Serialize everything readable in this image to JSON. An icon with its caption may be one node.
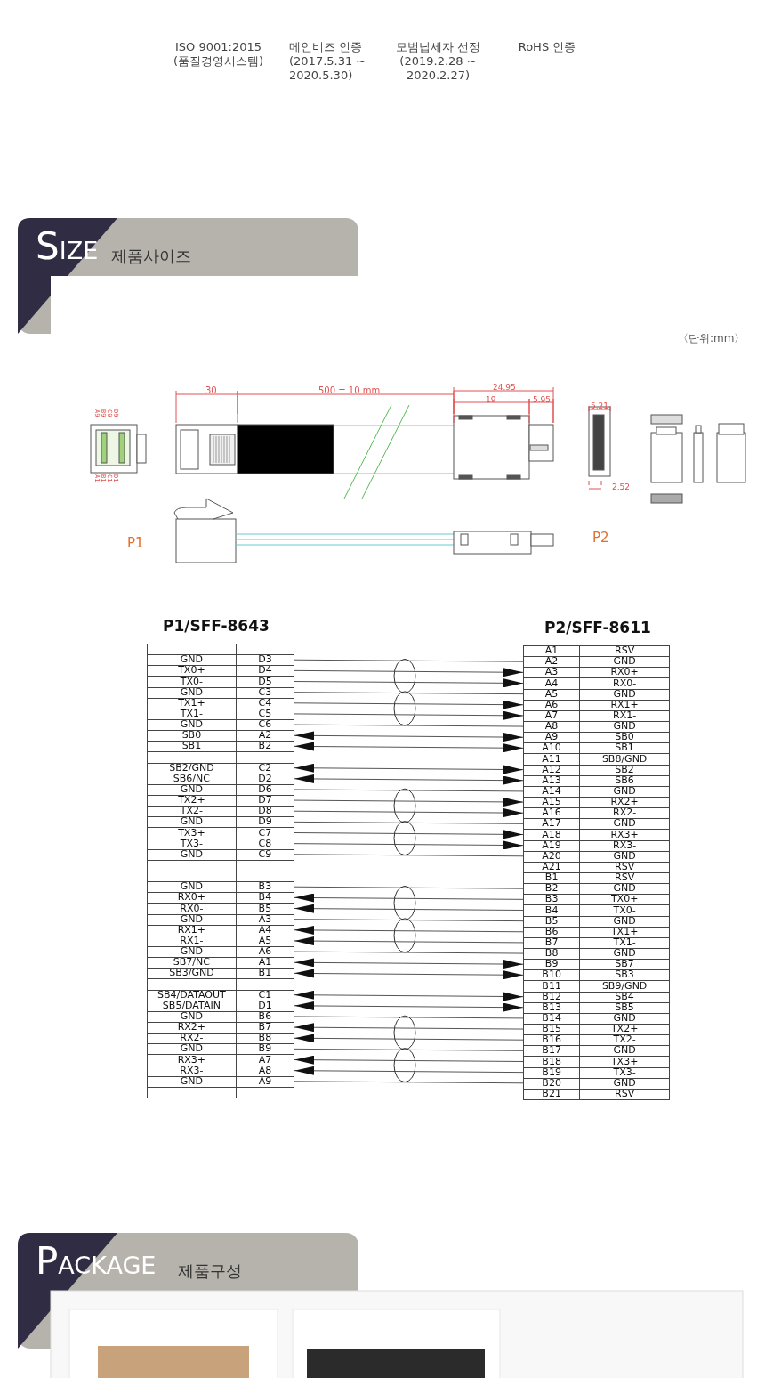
{
  "diagram": {
    "nodes": [
      {
        "text": [
          "P1/SFF-8643"
        ]
      },
      {
        "text": [],
        "shape": "box",
        "in": 0
      },
      {
        "text": [
          "GND",
          "D3"
        ],
        "in": 0
      },
      {
        "text": [
          "TX0+",
          "D4"
        ],
        "in": 0
      },
      {
        "text": [
          "TX0-",
          "D5"
        ],
        "in": 0
      },
      {
        "text": [
          "GND",
          "C3"
        ],
        "in": 0
      },
      {
        "text": [
          "TX1+",
          "C4"
        ],
        "in": 0
      },
      {
        "text": [
          "TX1-",
          "C5"
        ],
        "in": 0
      },
      {
        "text": [
          "GND",
          "C6"
        ],
        "in": 0
      },
      {
        "text": [
          "SB0",
          "A2"
        ],
        "in": 0
      },
      {
        "text": [
          "SB1",
          "B2"
        ],
        "in": 0
      },
      {
        "text": [],
        "shape": "box",
        "in": 0
      },
      {
        "text": [
          "SB2/GND",
          "C2"
        ],
        "in": 0
      },
      {
        "text": [
          "SB6/NC",
          "D2"
        ],
        "in": 0
      },
      {
        "text": [
          "GND",
          "D6"
        ],
        "in": 0
      },
      {
        "text": [
          "TX2+",
          "D7"
        ],
        "in": 0
      },
      {
        "text": [
          "TX2-",
          "D8"
        ],
        "in": 0
      },
      {
        "text": [
          "GND",
          "D9"
        ],
        "in": 0
      },
      {
        "text": [
          "TX3+",
          "C7"
        ],
        "in": 0
      },
      {
        "text": [
          "TX3-",
          "C8"
        ],
        "in": 0
      },
      {
        "text": [
          "GND",
          "C9"
        ],
        "in": 0
      },
      {
        "text": [],
        "shape": "box",
        "in": 0
      },
      {
        "text": [],
        "shape": "box",
        "in": 0
      },
      {
        "text": [
          "GND",
          "B3"
        ],
        "in": 0
      },
      {
        "text": [
          "RX0+",
          "B4"
        ],
        "in": 0
      },
      {
        "text": [
          "RX0-",
          "B5"
        ],
        "in": 0
      },
      {
        "text": [
          "GND",
          "A3"
        ],
        "in": 0
      },
      {
        "text": [
          "RX1+",
          "A4"
        ],
        "in": 0
      },
      {
        "text": [
          "RX1-",
          "A5"
        ],
        "in": 0
      },
      {
        "text": [
          "GND",
          "A6"
        ],
        "in": 0
      },
      {
        "text": [
          "SB7/NC",
          "A1"
        ],
        "in": 0
      },
      {
        "text": [
          "SB3/GND",
          "B1"
        ],
        "in": 0
      },
      {
        "text": [],
        "shape": "box",
        "in": 0
      },
      {
        "text": [
          "SB4/DATAOUT",
          "C1"
        ],
        "in": 0
      },
      {
        "text": [
          "SB5/DATAIN",
          "D1"
        ],
        "in": 0
      },
      {
        "text": [
          "GND",
          "B6"
        ],
        "in": 0
      },
      {
        "text": [
          "RX2+",
          "B7"
        ],
        "in": 0
      },
      {
        "text": [
          "RX2-",
          "B8"
        ],
        "in": 0
      },
      {
        "text": [
          "GND",
          "B9"
        ],
        "in": 0
      },
      {
        "text": [
          "RX3+",
          "A7"
        ],
        "in": 0
      },
      {
        "text": [
          "RX3-",
          "A8"
        ],
        "in": 0
      },
      {
        "text": [
          "GND",
          "A9"
        ],
        "in": 0
      },
      {
        "text": [],
        "shape": "box",
        "in": 0
      },
      {
        "text": [
          "P2/SFF-8611"
        ]
      },
      {
        "text": [
          "A1",
          "RSV"
        ],
        "in": 43
      },
      {
        "text": [
          "A2",
          "GND"
        ],
        "in": 43
      },
      {
        "text": [
          "A3",
          "RX0+"
        ],
        "in": 43
      },
      {
        "text": [
          "A4",
          "RX0-"
        ],
        "in": 43
      },
      {
        "text": [
          "A5",
          "GND"
        ],
        "in": 43
      },
      {
        "text": [
          "A6",
          "RX1+"
        ],
        "in": 43
      },
      {
        "text": [
          "A7",
          "RX1-"
        ],
        "in": 43
      },
      {
        "text": [
          "A8",
          "GND"
        ],
        "in": 43
      },
      {
        "text": [
          "A9",
          "SB0"
        ],
        "in": 43
      },
      {
        "text": [
          "A10",
          "SB1"
        ],
        "in": 43
      },
      {
        "text": [
          "A11",
          "SB8/GND"
        ],
        "in": 43
      },
      {
        "text": [
          "A12",
          "SB2"
        ],
        "in": 43
      },
      {
        "text": [
          "A13",
          "SB6"
        ],
        "in": 43
      },
      {
        "text": [
          "A14",
          "GND"
        ],
        "in": 43
      },
      {
        "text": [
          "A15",
          "RX2+"
        ],
        "in": 43
      },
      {
        "text": [
          "A16",
          "RX2-"
        ],
        "in": 43
      },
      {
        "text": [
          "A17",
          "GND"
        ],
        "in": 43
      },
      {
        "text": [
          "A18",
          "RX3+"
        ],
        "in": 43
      },
      {
        "text": [
          "A19",
          "RX3-"
        ],
        "in": 43
      },
      {
        "text": [
          "A20",
          "GND"
        ],
        "in": 43
      },
      {
        "text": [
          "A21",
          "RSV"
        ],
        "in": 43
      },
      {
        "text": [
          "B1",
          "RSV"
        ],
        "in": 43
      },
      {
        "text": [
          "B2",
          "GND"
        ],
        "in": 43
      },
      {
        "text": [
          "B3",
          "TX0+"
        ],
        "in": 43
      },
      {
        "text": [
          "B4",
          "TX0-"
        ],
        "in": 43
      },
      {
        "text": [
          "B5",
          "GND"
        ],
        "in": 43
      },
      {
        "text": [
          "B6",
          "TX1+"
        ],
        "in": 43
      },
      {
        "text": [
          "B7",
          "TX1-"
        ],
        "in": 43
      },
      {
        "text": [
          "B8",
          "GND"
        ],
        "in": 43
      },
      {
        "text": [
          "B9",
          "SB7"
        ],
        "in": 43
      },
      {
        "text": [
          "B10",
          "SB3"
        ],
        "in": 43
      },
      {
        "text": [
          "B11",
          "SB9/GND"
        ],
        "in": 43
      },
      {
        "text": [
          "B12",
          "SB4"
        ],
        "in": 43
      },
      {
        "text": [
          "B13",
          "SB5"
        ],
        "in": 43
      },
      {
        "text": [
          "B14",
          "GND"
        ],
        "in": 43
      },
      {
        "text": [
          "B15",
          "TX2+"
        ],
        "in": 43
      },
      {
        "text": [
          "B16",
          "TX2-"
        ],
        "in": 43
      },
      {
        "text": [
          "B17",
          "GND"
        ],
        "in": 43
      },
      {
        "text": [
          "B18",
          "TX3+"
        ],
        "in": 43
      },
      {
        "text": [
          "B19",
          "TX3-"
        ],
        "in": 43
      },
      {
        "text": [
          "B20",
          "GND"
        ],
        "in": 43
      },
      {
        "text": [
          "B21",
          "RSV"
        ],
        "in": 43
      }
    ],
    "edges": [
      {
        "from": 2,
        "to": 45,
        "arrow": "none"
      },
      {
        "from": 3,
        "to": 46,
        "arrow": "to"
      },
      {
        "from": 4,
        "to": 47,
        "arrow": "to"
      },
      {
        "from": 5,
        "to": 48,
        "arrow": "none"
      },
      {
        "from": 6,
        "to": 49,
        "arrow": "to"
      },
      {
        "from": 7,
        "to": 50,
        "arrow": "to"
      },
      {
        "from": 8,
        "to": 51,
        "arrow": "none"
      },
      {
        "from": 9,
        "to": 52,
        "arrow": "both"
      },
      {
        "from": 10,
        "to": 53,
        "arrow": "both"
      },
      {
        "from": 12,
        "to": 55,
        "arrow": "both"
      },
      {
        "from": 13,
        "to": 56,
        "arrow": "both"
      },
      {
        "from": 14,
        "to": 57,
        "arrow": "none"
      },
      {
        "from": 15,
        "to": 58,
        "arrow": "to"
      },
      {
        "from": 16,
        "to": 59,
        "arrow": "to"
      },
      {
        "from": 17,
        "to": 60,
        "arrow": "none"
      },
      {
        "from": 18,
        "to": 61,
        "arrow": "to"
      },
      {
        "from": 19,
        "to": 62,
        "arrow": "to"
      },
      {
        "from": 20,
        "to": 63,
        "arrow": "none"
      },
      {
        "from": 23,
        "to": 66,
        "arrow": "none"
      },
      {
        "from": 67,
        "to": 24,
        "arrow": "to"
      },
      {
        "from": 68,
        "to": 25,
        "arrow": "to"
      },
      {
        "from": 26,
        "to": 69,
        "arrow": "none"
      },
      {
        "from": 70,
        "to": 27,
        "arrow": "to"
      },
      {
        "from": 71,
        "to": 28,
        "arrow": "to"
      },
      {
        "from": 29,
        "to": 72,
        "arrow": "none"
      },
      {
        "from": 30,
        "to": 73,
        "arrow": "both"
      },
      {
        "from": 31,
        "to": 74,
        "arrow": "both"
      },
      {
        "from": 33,
        "to": 76,
        "arrow": "both"
      },
      {
        "from": 34,
        "to": 77,
        "arrow": "both"
      },
      {
        "from": 35,
        "to": 78,
        "arrow": "none"
      },
      {
        "from": 79,
        "to": 36,
        "arrow": "to"
      },
      {
        "from": 80,
        "to": 37,
        "arrow": "to"
      },
      {
        "from": 38,
        "to": 81,
        "arrow": "none"
      },
      {
        "from": 82,
        "to": 39,
        "arrow": "to"
      },
      {
        "from": 83,
        "to": 40,
        "arrow": "to"
      },
      {
        "from": 41,
        "to": 84,
        "arrow": "none"
      }
    ],
    "labels": [
      "ISO 9001:2015 (품질경영시스템)",
      "메인비즈 인증 (2017.5.31 ~ 2020.5.30)",
      "모범납세자 선정 (2019.2.28 ~ 2020.2.27)",
      "RoHS 인증",
      "SIZE",
      "제품사이즈",
      "〈단위:mm〉",
      "A9",
      "B9",
      "C9",
      "D9",
      "30",
      "500 ± 10 mm",
      "24.95",
      "19",
      "5.95",
      "5.21",
      "A1",
      "B1",
      "C1",
      "D1",
      "2.52",
      "P1",
      "P2",
      "PACKAGE",
      "제품구성"
    ]
  }
}
